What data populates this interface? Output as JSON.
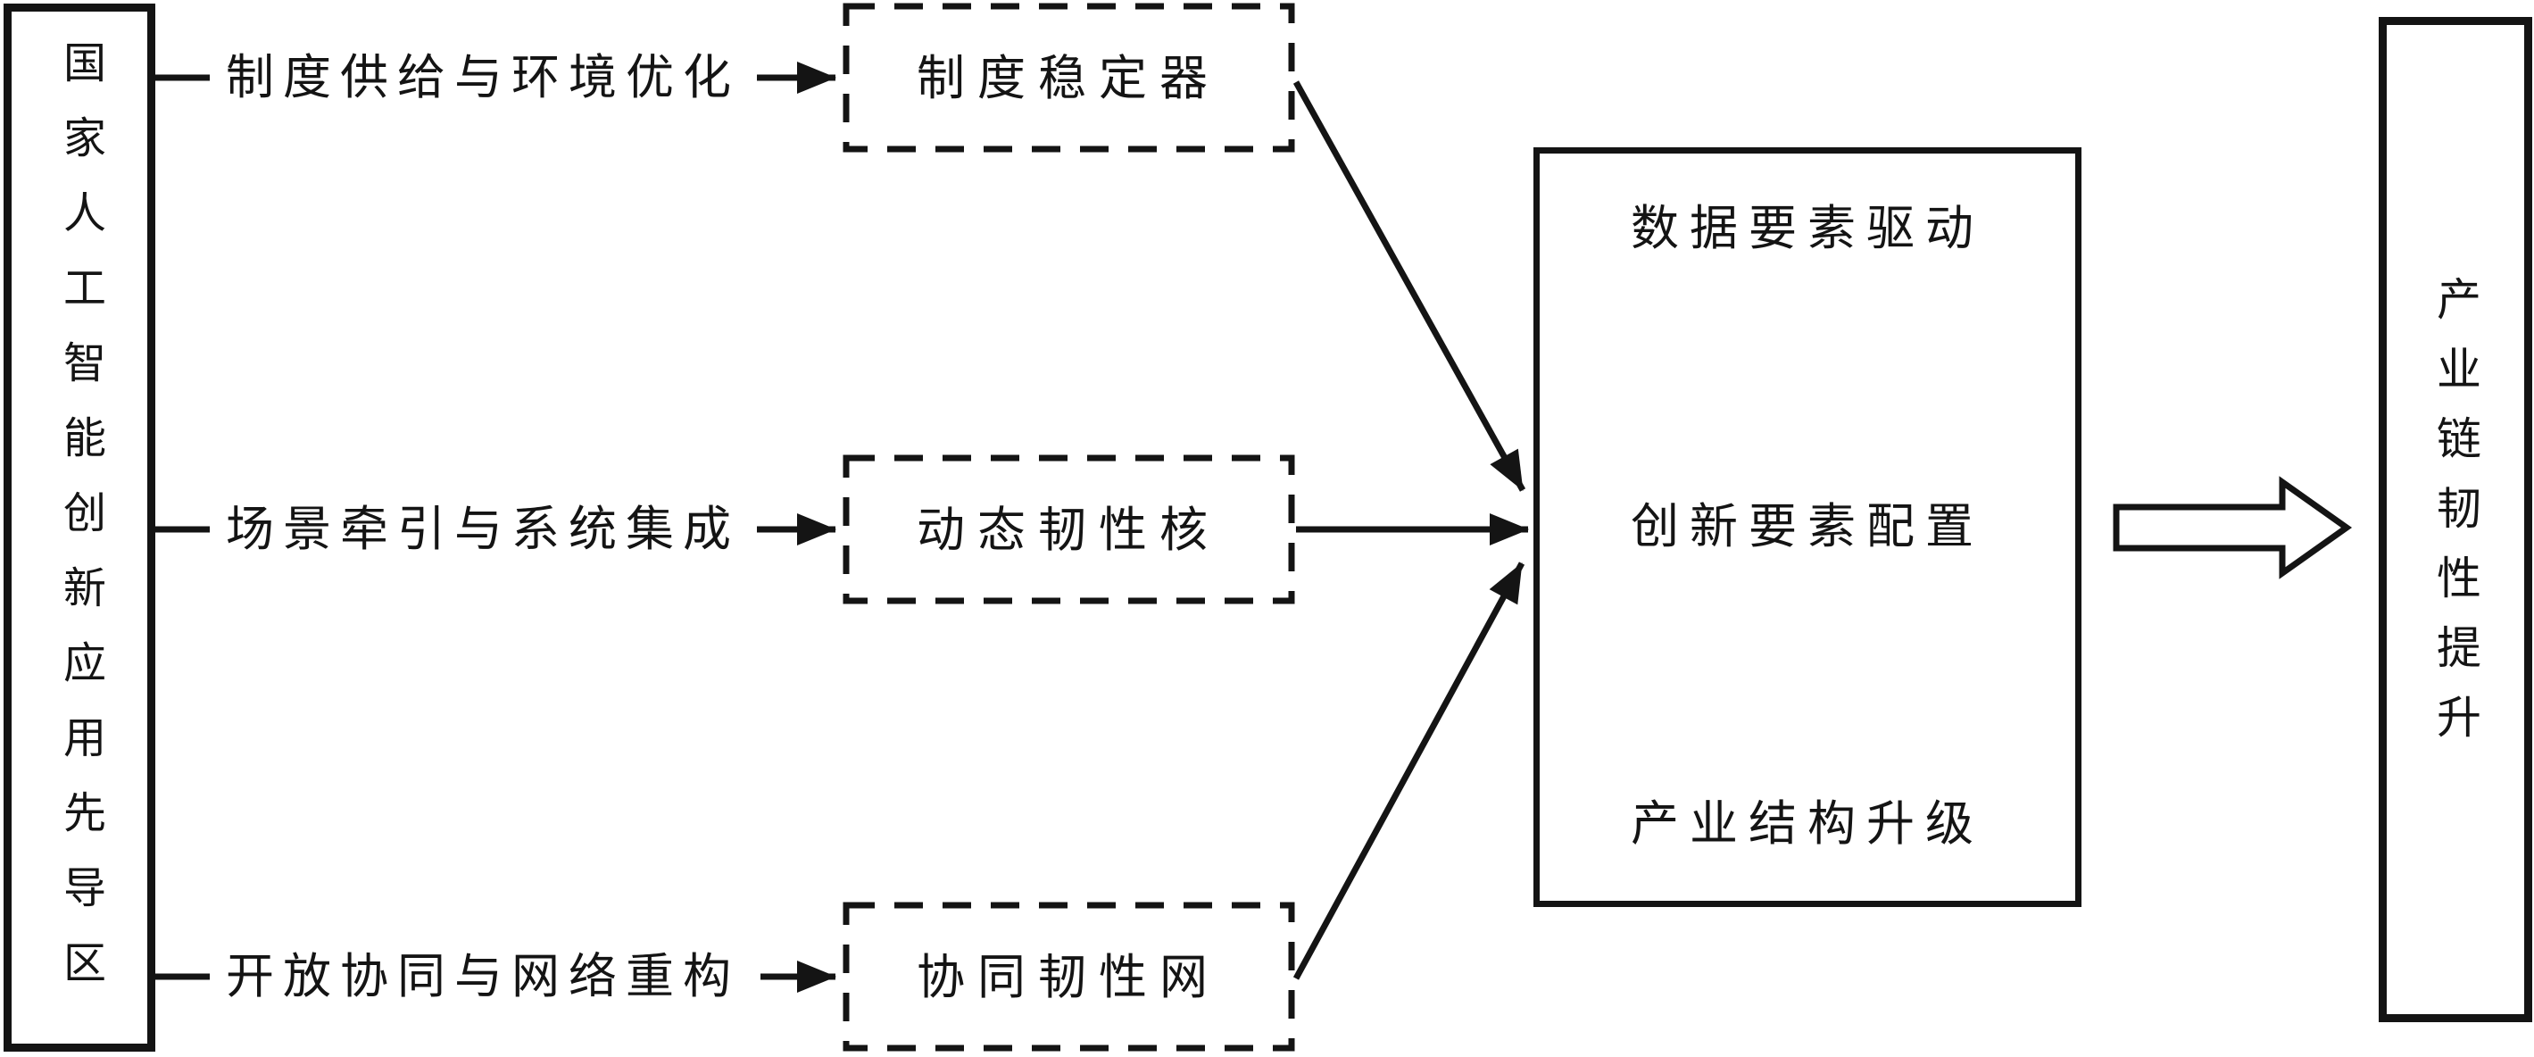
{
  "diagram": {
    "title_implied": "",
    "source_box": {
      "text": "国家人工智能创新应用先导区"
    },
    "pathways": [
      {
        "label": "制度供给与环境优化",
        "mechanism": "制度稳定器"
      },
      {
        "label": "场景牵引与系统集成",
        "mechanism": "动态韧性核"
      },
      {
        "label": "开放协同与网络重构",
        "mechanism": "协同韧性网"
      }
    ],
    "center_box": {
      "lines": [
        "数据要素驱动",
        "创新要素配置",
        "产业结构升级"
      ]
    },
    "outcome_box": {
      "text": "产业链韧性提升"
    },
    "colors": {
      "line": "#141414",
      "background": "#ffffff"
    }
  }
}
